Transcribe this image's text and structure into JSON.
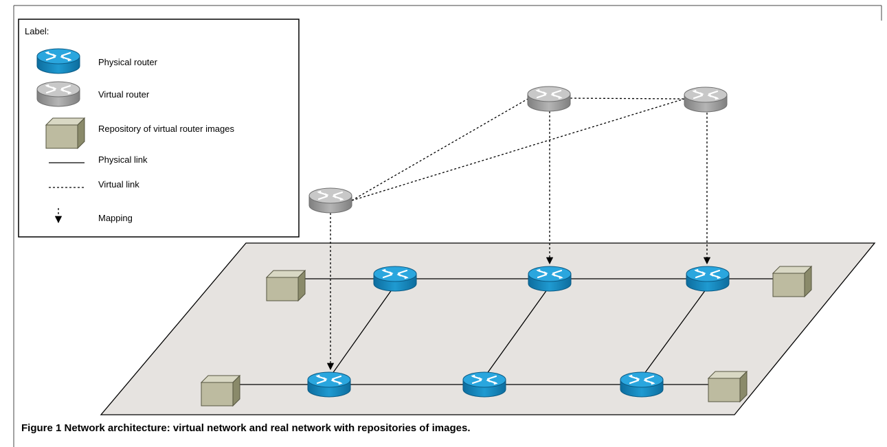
{
  "legend": {
    "title": "Label:",
    "items": {
      "physical_router": "Physical router",
      "virtual_router": "Virtual router",
      "repository": "Repository of virtual router images",
      "physical_link": "Physical link",
      "virtual_link": "Virtual link",
      "mapping": "Mapping"
    }
  },
  "caption": "Figure 1 Network architecture: virtual network and real network with repositories of images.",
  "colors": {
    "physical_router": "#1a8fc4",
    "virtual_router": "#a9a9a9",
    "repository": "#bfbda3",
    "plane": "#e6e3e0"
  },
  "icons": {
    "physical_router": "router-icon",
    "virtual_router": "router-icon",
    "repository": "cube-icon"
  }
}
